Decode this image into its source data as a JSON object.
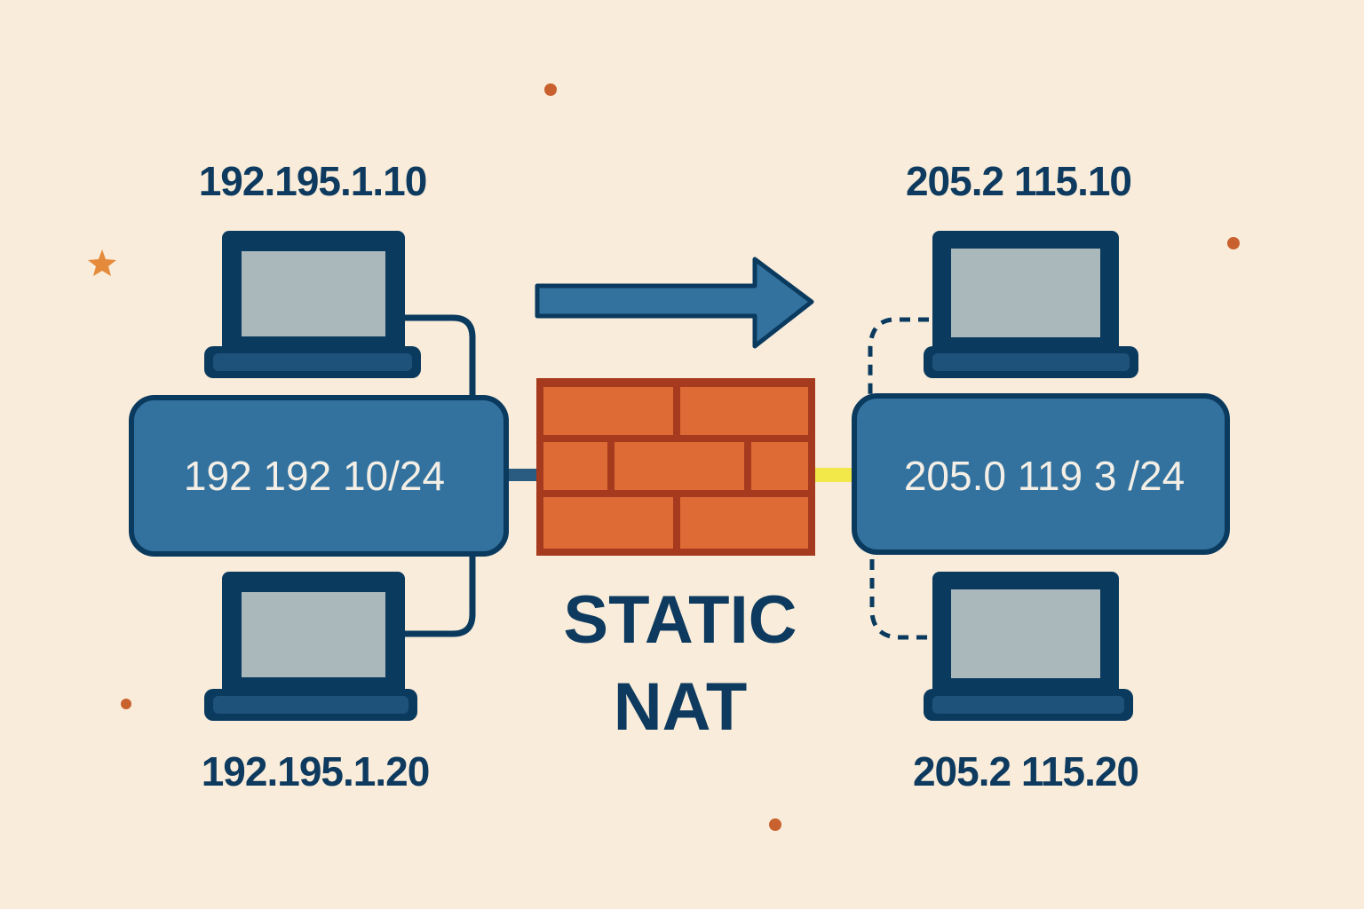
{
  "diagram": {
    "title_line1": "STATIC",
    "title_line2": "NAT",
    "inside": {
      "host_top_ip": "192.195.1.10",
      "host_bottom_ip": "192.195.1.20",
      "network": "192 192 10/24"
    },
    "outside": {
      "host_top_ip": "205.2 115.10",
      "host_bottom_ip": "205.2 115.20",
      "network": "205.0 119 3 /24"
    }
  },
  "colors": {
    "background": "#f9ecda",
    "navy": "#0b3a5f",
    "blue": "#33729e",
    "screen": "#aab8bb",
    "brick": "#de6b35",
    "mortar": "#a63a1e",
    "link": "#f3e84a",
    "dot": "#c9612e"
  }
}
